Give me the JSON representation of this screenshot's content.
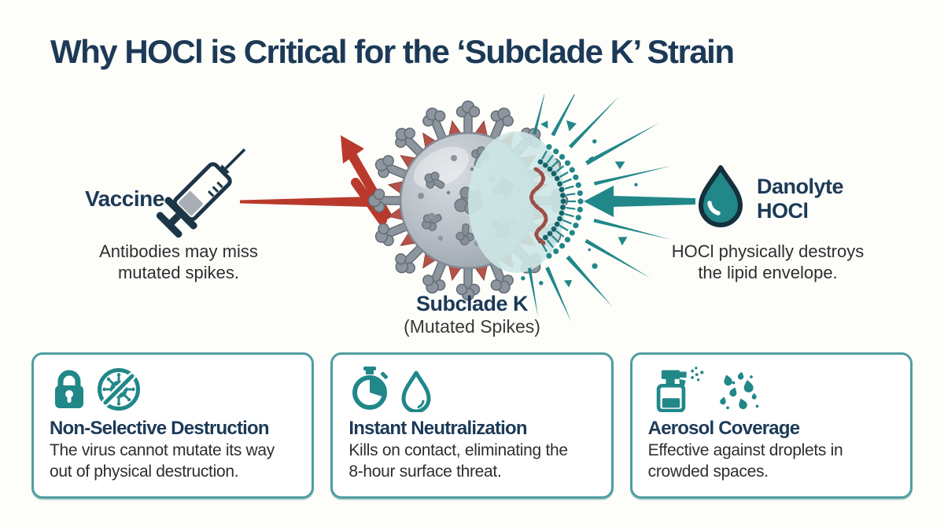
{
  "title": "Why HOCl is Critical for the ‘Subclade K’ Strain",
  "colors": {
    "navy": "#1c3a57",
    "ink": "#2e2e2e",
    "teal": "#218789",
    "teal_deep": "#15636a",
    "teal_pale": "#cde7e5",
    "red": "#b93a2c",
    "rust": "#b5534b",
    "card_border": "#4f9da2",
    "background": "#fdfdfa"
  },
  "vaccine": {
    "icon": "syringe-icon",
    "label": "Vaccine",
    "caption1": "Antibodies may miss",
    "caption2": "mutated spikes."
  },
  "virus": {
    "name": "Subclade K",
    "subtitle": "(Mutated Spikes)"
  },
  "hocl": {
    "icon": "droplet-icon",
    "brand": "Danolyte",
    "product": "HOCl",
    "caption1": "HOCl physically destroys",
    "caption2": "the lipid envelope."
  },
  "cards": [
    {
      "title": "Non-Selective Destruction",
      "line1": "The virus cannot mutate its way",
      "line2": "out of physical destruction.",
      "icons": [
        "lock-icon",
        "no-virus-icon"
      ]
    },
    {
      "title": "Instant Neutralization",
      "line1": "Kills on contact, eliminating the",
      "line2": "8-hour surface threat.",
      "icons": [
        "stopwatch-icon",
        "water-drop-icon"
      ]
    },
    {
      "title": "Aerosol Coverage",
      "line1": "Effective against droplets in",
      "line2": "crowded spaces.",
      "icons": [
        "spray-bottle-icon",
        "droplets-icon"
      ]
    }
  ]
}
